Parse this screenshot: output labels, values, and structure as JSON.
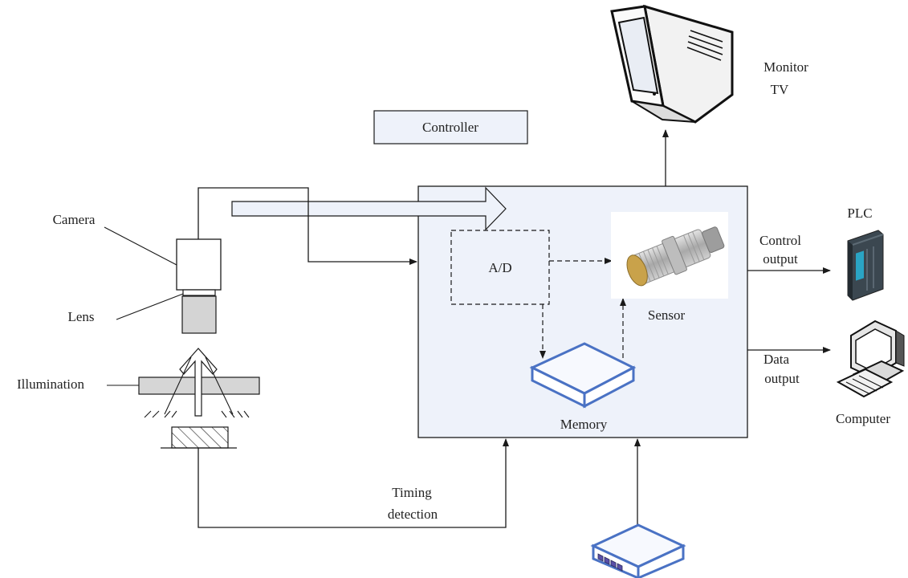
{
  "labels": {
    "controller": "Controller",
    "ad": "A/D",
    "sensor": "Sensor",
    "memory": "Memory",
    "monitor_line1": "Monitor",
    "monitor_line2": "TV",
    "plc": "PLC",
    "control_output_line1": "Control",
    "control_output_line2": "output",
    "data_output_line1": "Data",
    "data_output_line2": "output",
    "computer": "Computer",
    "camera": "Camera",
    "lens": "Lens",
    "illumination": "Illumination",
    "timing_line1": "Timing",
    "timing_line2": "detection"
  },
  "colors": {
    "panel_fill": "#eef2fa",
    "box_stroke": "#1a1a1a",
    "arrow_fill": "#eef2fa",
    "memory_top": "#f7f9fe",
    "memory_stroke": "#4a72c4",
    "sensor_body": "#b8b8b8",
    "sensor_face": "#c9a24a",
    "camera_body": "#ffffff",
    "lens_fill": "#d4d4d4",
    "illumination_fill": "#d6d6d6",
    "plc_fill": "#3b4750",
    "plc_accent": "#2aa4c4"
  },
  "icons": {
    "monitor": "crt-monitor-icon",
    "plc": "plc-unit-icon",
    "computer": "desktop-computer-icon",
    "memory": "memory-module-icon",
    "sensor": "proximity-sensor-icon",
    "input_device": "input-device-icon",
    "camera": "camera-icon"
  }
}
